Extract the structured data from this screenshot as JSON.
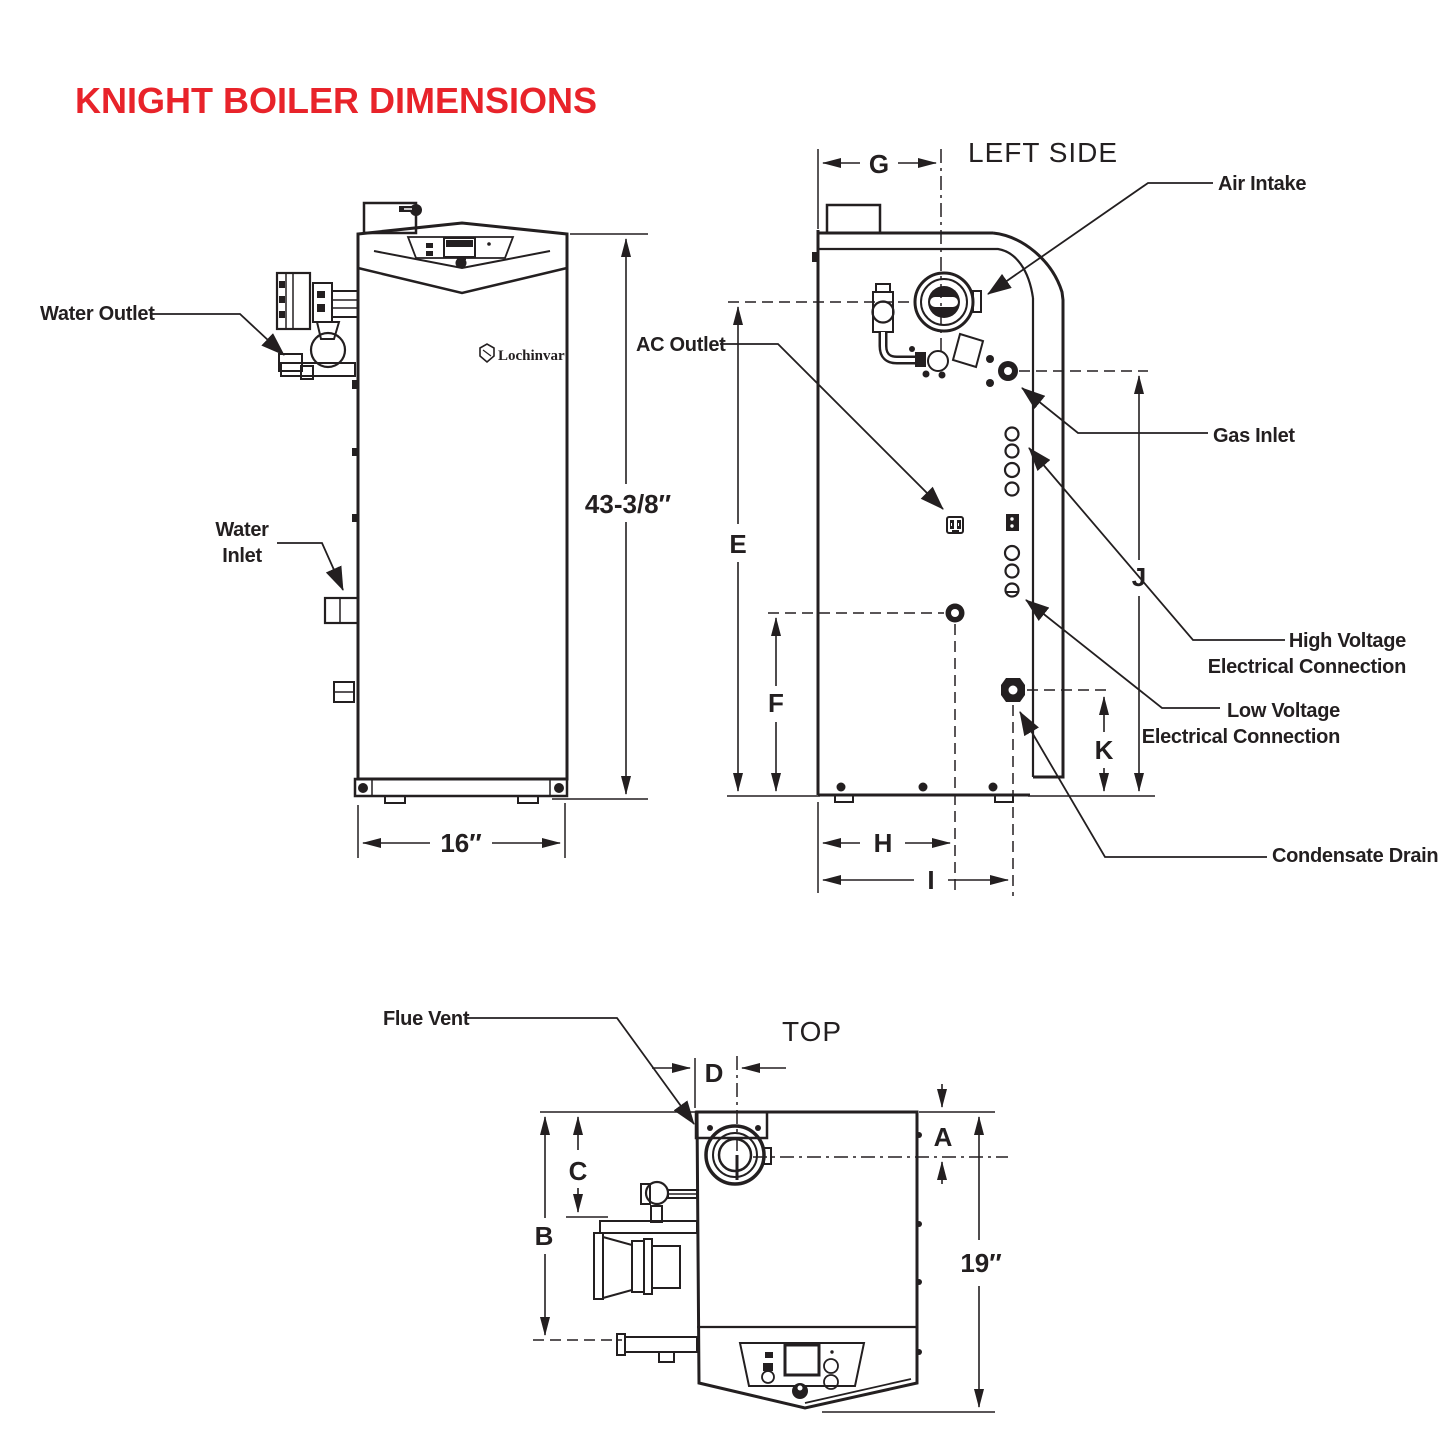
{
  "title": "KNIGHT BOILER DIMENSIONS",
  "colors": {
    "accent_red": "#e8232a",
    "ink": "#231f20"
  },
  "brand": {
    "logo_text": "Lochinvar"
  },
  "front_view": {
    "labels": {
      "water_outlet": "Water Outlet",
      "water_inlet_line1": "Water",
      "water_inlet_line2": "Inlet"
    },
    "dimensions": {
      "height": "43-3/8″",
      "width": "16″"
    }
  },
  "side_view": {
    "title": "LEFT SIDE",
    "labels": {
      "air_intake": "Air Intake",
      "ac_outlet": "AC Outlet",
      "gas_inlet": "Gas Inlet",
      "high_voltage_line1": "High Voltage",
      "high_voltage_line2": "Electrical Connection",
      "low_voltage_line1": "Low Voltage",
      "low_voltage_line2": "Electrical Connection",
      "condensate_drain": "Condensate Drain"
    },
    "dimensions": {
      "g": "G",
      "e": "E",
      "f": "F",
      "h": "H",
      "i": "I",
      "j": "J",
      "k": "K"
    }
  },
  "top_view": {
    "title": "TOP",
    "labels": {
      "flue_vent": "Flue Vent"
    },
    "dimensions": {
      "a": "A",
      "b": "B",
      "c": "C",
      "d": "D",
      "depth": "19″"
    }
  }
}
